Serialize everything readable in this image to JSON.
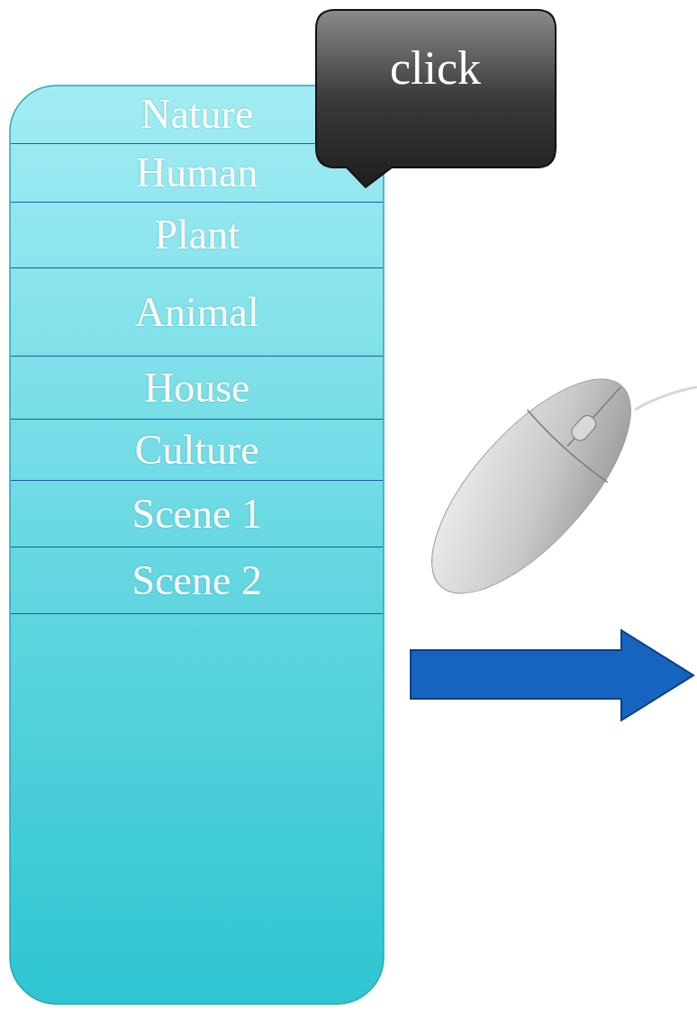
{
  "diagram": {
    "nodes": [
      {
        "text": [
          "Nature"
        ]
      },
      {
        "text": [
          "Human"
        ]
      },
      {
        "text": [
          "Plant"
        ]
      },
      {
        "text": [
          "Animal"
        ]
      },
      {
        "text": [
          "House"
        ]
      },
      {
        "text": [
          "Culture"
        ]
      },
      {
        "text": [
          "Scene 1"
        ]
      },
      {
        "text": [
          "Scene 2"
        ]
      },
      {
        "text": [
          "click"
        ]
      }
    ]
  }
}
